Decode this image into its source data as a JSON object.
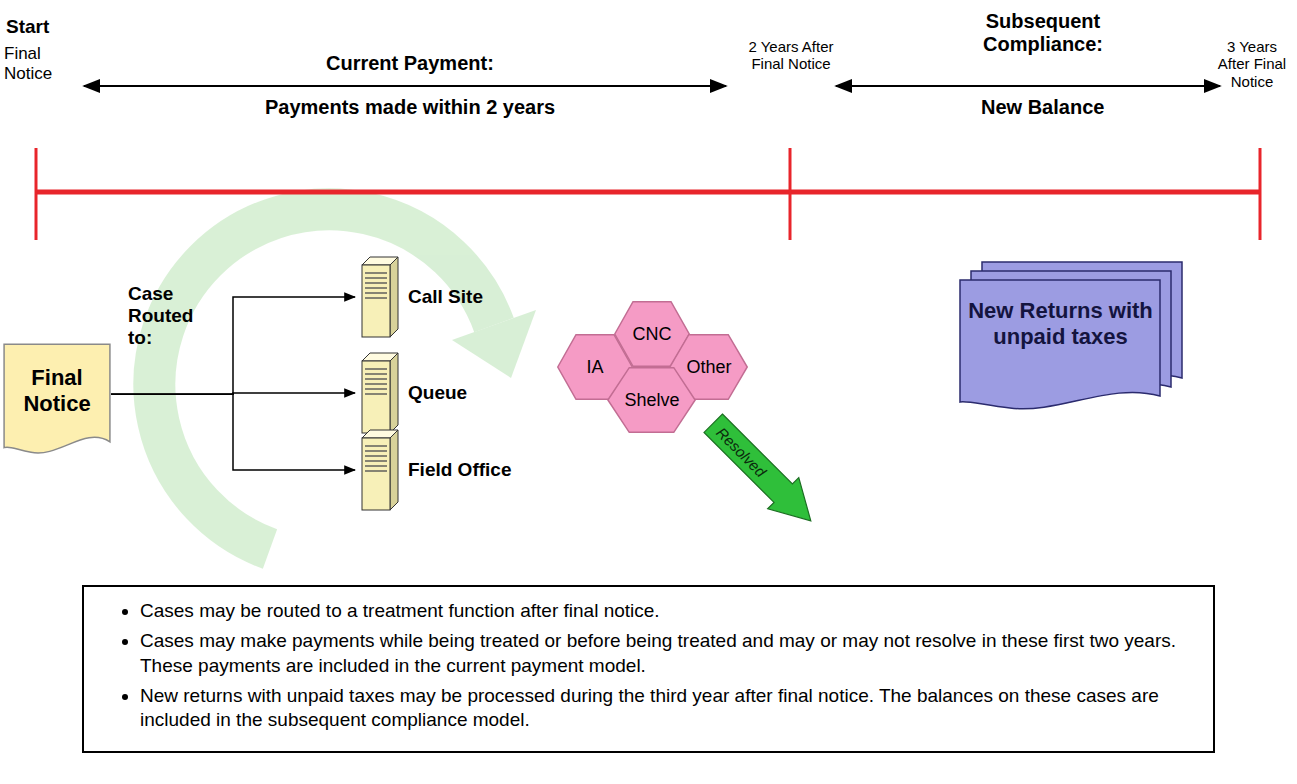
{
  "diagram": {
    "nodes": [
      {
        "text": [
          "Final Notice"
        ]
      },
      {
        "text": [
          "Call Site"
        ]
      },
      {
        "text": [
          "Queue"
        ]
      },
      {
        "text": [
          "Field Office"
        ]
      },
      {
        "text": [
          "IA"
        ]
      },
      {
        "text": [
          "CNC"
        ]
      },
      {
        "text": [
          "Other"
        ]
      },
      {
        "text": [
          "Shelve"
        ]
      },
      {
        "text": [
          "Resolved"
        ]
      },
      {
        "text": [
          "New Returns with unpaid taxes"
        ]
      },
      {
        "text": [
          "Cases may be routed to a treatment function after final notice.",
          "Cases may make payments while being treated or before being treated and may or may not resolve in these first two years. These payments are included in the current payment model.",
          "New returns with unpaid taxes may be processed during the third year after final notice. The balances on these cases are included in the subsequent compliance model."
        ]
      }
    ],
    "edges": [
      {
        "from": 0,
        "to": 1,
        "arrow": "to"
      },
      {
        "from": 0,
        "to": 2,
        "arrow": "to"
      },
      {
        "from": 0,
        "to": 3,
        "arrow": "to"
      }
    ],
    "labels": [
      "Start",
      "Final Notice",
      "Current Payment:",
      "Payments made within 2 years",
      "2 Years After Final Notice",
      "Subsequent Compliance:",
      "New Balance",
      "3 Years After Final Notice",
      "Case Routed to:"
    ]
  }
}
